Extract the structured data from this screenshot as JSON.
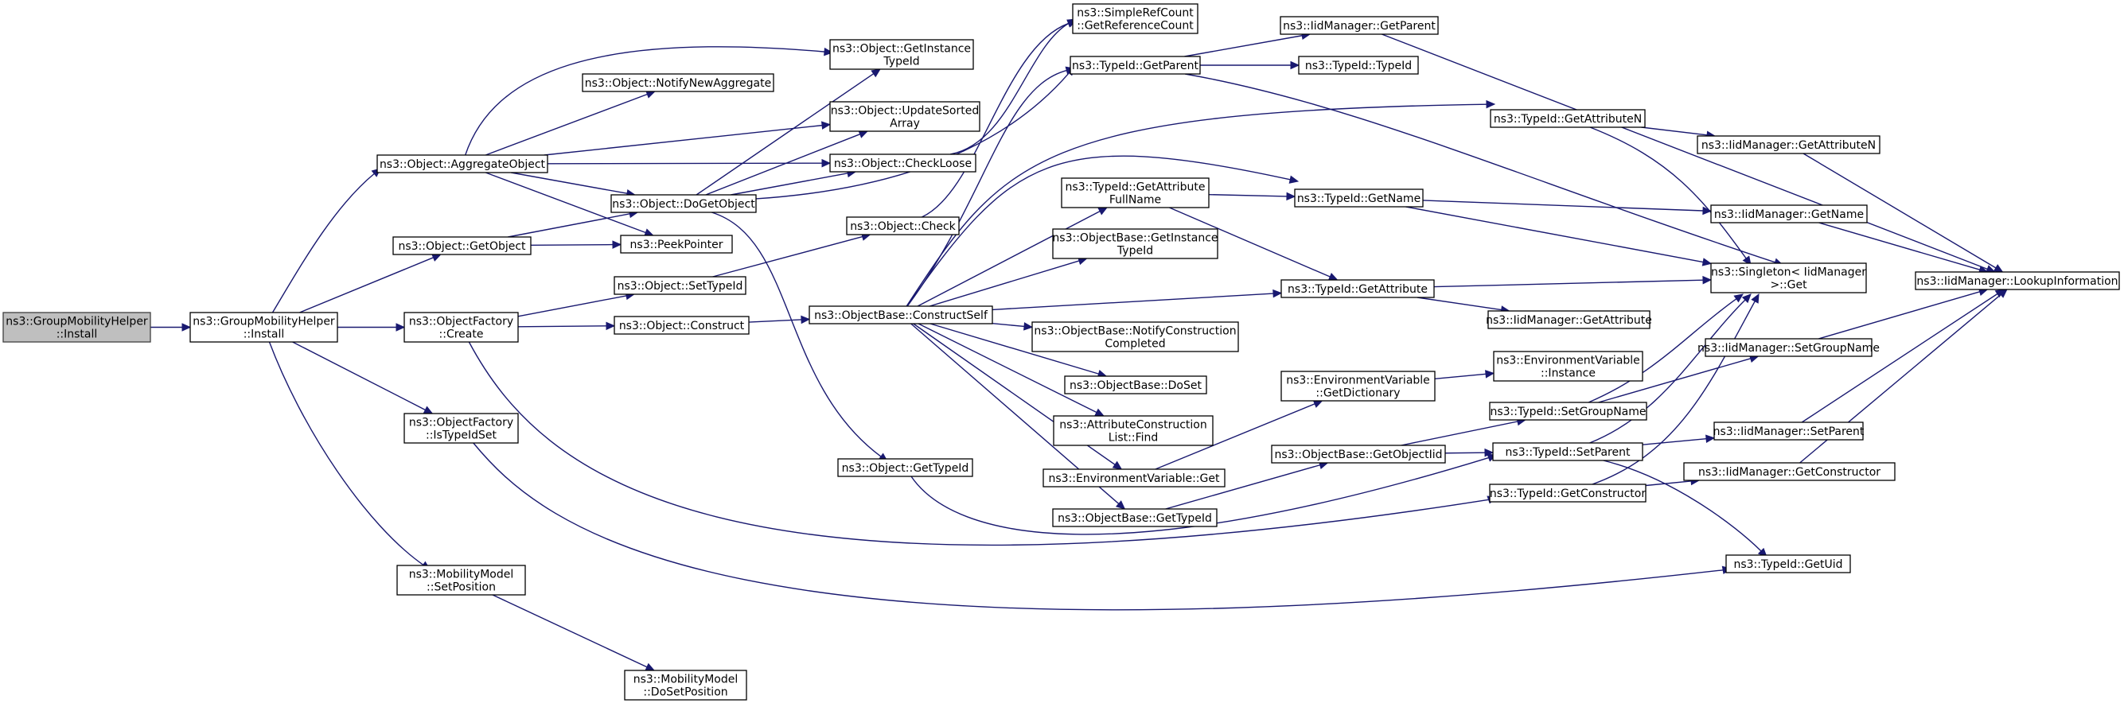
{
  "diagram": {
    "colors": {
      "edge": "#191970",
      "root_fill": "#bfbfbf",
      "node_fill": "#ffffff",
      "node_border": "#000000"
    },
    "nodes": [
      {
        "id": "gmh_install_root",
        "lines": [
          "ns3::GroupMobilityHelper",
          "::Install"
        ],
        "root": true
      },
      {
        "id": "gmh_install",
        "lines": [
          "ns3::GroupMobilityHelper",
          "::Install"
        ]
      },
      {
        "id": "aggregate",
        "lines": [
          "ns3::Object::AggregateObject"
        ]
      },
      {
        "id": "getobject",
        "lines": [
          "ns3::Object::GetObject"
        ]
      },
      {
        "id": "of_create",
        "lines": [
          "ns3::ObjectFactory",
          "::Create"
        ]
      },
      {
        "id": "of_istypeidset",
        "lines": [
          "ns3::ObjectFactory",
          "::IsTypeIdSet"
        ]
      },
      {
        "id": "mm_setpos",
        "lines": [
          "ns3::MobilityModel",
          "::SetPosition"
        ]
      },
      {
        "id": "notifynewagg",
        "lines": [
          "ns3::Object::NotifyNewAggregate"
        ]
      },
      {
        "id": "getinstancetypeid",
        "lines": [
          "ns3::Object::GetInstance",
          "TypeId"
        ]
      },
      {
        "id": "updatesorted",
        "lines": [
          "ns3::Object::UpdateSorted",
          "Array"
        ]
      },
      {
        "id": "checkloose",
        "lines": [
          "ns3::Object::CheckLoose"
        ]
      },
      {
        "id": "dogetobject",
        "lines": [
          "ns3::Object::DoGetObject"
        ]
      },
      {
        "id": "peekpointer",
        "lines": [
          "ns3::PeekPointer"
        ]
      },
      {
        "id": "settypeid",
        "lines": [
          "ns3::Object::SetTypeId"
        ]
      },
      {
        "id": "construct",
        "lines": [
          "ns3::Object::Construct"
        ]
      },
      {
        "id": "check",
        "lines": [
          "ns3::Object::Check"
        ]
      },
      {
        "id": "obj_gettypeid",
        "lines": [
          "ns3::Object::GetTypeId"
        ]
      },
      {
        "id": "mm_dosetpos",
        "lines": [
          "ns3::MobilityModel",
          "::DoSetPosition"
        ]
      },
      {
        "id": "constructself",
        "lines": [
          "ns3::ObjectBase::ConstructSelf"
        ]
      },
      {
        "id": "refcount",
        "lines": [
          "ns3::SimpleRefCount",
          "::GetReferenceCount"
        ]
      },
      {
        "id": "tid_getparent",
        "lines": [
          "ns3::TypeId::GetParent"
        ]
      },
      {
        "id": "tid_getattrfullname",
        "lines": [
          "ns3::TypeId::GetAttribute",
          "FullName"
        ]
      },
      {
        "id": "ob_getinstancetypeid",
        "lines": [
          "ns3::ObjectBase::GetInstance",
          "TypeId"
        ]
      },
      {
        "id": "ob_notifyconstr",
        "lines": [
          "ns3::ObjectBase::NotifyConstruction",
          "Completed"
        ]
      },
      {
        "id": "ob_doset",
        "lines": [
          "ns3::ObjectBase::DoSet"
        ]
      },
      {
        "id": "acl_find",
        "lines": [
          "ns3::AttributeConstruction",
          "List::Find"
        ]
      },
      {
        "id": "envvar_get",
        "lines": [
          "ns3::EnvironmentVariable::Get"
        ]
      },
      {
        "id": "ob_gettypeid",
        "lines": [
          "ns3::ObjectBase::GetTypeId"
        ]
      },
      {
        "id": "iid_getparent",
        "lines": [
          "ns3::IidManager::GetParent"
        ]
      },
      {
        "id": "tid_typeid",
        "lines": [
          "ns3::TypeId::TypeId"
        ]
      },
      {
        "id": "tid_getattrn",
        "lines": [
          "ns3::TypeId::GetAttributeN"
        ]
      },
      {
        "id": "tid_getname",
        "lines": [
          "ns3::TypeId::GetName"
        ]
      },
      {
        "id": "tid_getattr",
        "lines": [
          "ns3::TypeId::GetAttribute"
        ]
      },
      {
        "id": "envvar_getdict",
        "lines": [
          "ns3::EnvironmentVariable",
          "::GetDictionary"
        ]
      },
      {
        "id": "ob_getobjectiid",
        "lines": [
          "ns3::ObjectBase::GetObjectIid"
        ]
      },
      {
        "id": "envvar_instance",
        "lines": [
          "ns3::EnvironmentVariable",
          "::Instance"
        ]
      },
      {
        "id": "tid_setgroupname",
        "lines": [
          "ns3::TypeId::SetGroupName"
        ]
      },
      {
        "id": "tid_setparent",
        "lines": [
          "ns3::TypeId::SetParent"
        ]
      },
      {
        "id": "tid_getconstructor",
        "lines": [
          "ns3::TypeId::GetConstructor"
        ]
      },
      {
        "id": "iid_getattrn",
        "lines": [
          "ns3::IidManager::GetAttributeN"
        ]
      },
      {
        "id": "iid_getname",
        "lines": [
          "ns3::IidManager::GetName"
        ]
      },
      {
        "id": "singleton_get",
        "lines": [
          "ns3::Singleton< IidManager",
          " >::Get"
        ]
      },
      {
        "id": "iid_getattr",
        "lines": [
          "ns3::IidManager::GetAttribute"
        ]
      },
      {
        "id": "iid_setgroupname",
        "lines": [
          "ns3::IidManager::SetGroupName"
        ]
      },
      {
        "id": "iid_setparent",
        "lines": [
          "ns3::IidManager::SetParent"
        ]
      },
      {
        "id": "iid_getconstructor",
        "lines": [
          "ns3::IidManager::GetConstructor"
        ]
      },
      {
        "id": "tid_getuid",
        "lines": [
          "ns3::TypeId::GetUid"
        ]
      },
      {
        "id": "iid_lookup",
        "lines": [
          "ns3::IidManager::LookupInformation"
        ]
      }
    ],
    "edges": [
      [
        "gmh_install_root",
        "gmh_install"
      ],
      [
        "gmh_install",
        "aggregate"
      ],
      [
        "gmh_install",
        "getobject"
      ],
      [
        "gmh_install",
        "of_create"
      ],
      [
        "gmh_install",
        "of_istypeidset"
      ],
      [
        "gmh_install",
        "mm_setpos"
      ],
      [
        "aggregate",
        "getinstancetypeid"
      ],
      [
        "aggregate",
        "notifynewagg"
      ],
      [
        "aggregate",
        "updatesorted"
      ],
      [
        "aggregate",
        "checkloose"
      ],
      [
        "aggregate",
        "dogetobject"
      ],
      [
        "aggregate",
        "peekpointer"
      ],
      [
        "getobject",
        "dogetobject"
      ],
      [
        "getobject",
        "peekpointer"
      ],
      [
        "of_create",
        "settypeid"
      ],
      [
        "of_create",
        "construct"
      ],
      [
        "of_create",
        "tid_getconstructor"
      ],
      [
        "of_istypeidset",
        "tid_getuid"
      ],
      [
        "mm_setpos",
        "mm_dosetpos"
      ],
      [
        "dogetobject",
        "getinstancetypeid"
      ],
      [
        "dogetobject",
        "updatesorted"
      ],
      [
        "dogetobject",
        "checkloose"
      ],
      [
        "dogetobject",
        "tid_getparent"
      ],
      [
        "dogetobject",
        "obj_gettypeid"
      ],
      [
        "checkloose",
        "refcount"
      ],
      [
        "settypeid",
        "check"
      ],
      [
        "check",
        "refcount"
      ],
      [
        "construct",
        "constructself"
      ],
      [
        "obj_gettypeid",
        "tid_setparent"
      ],
      [
        "constructself",
        "tid_getattrn"
      ],
      [
        "constructself",
        "tid_getname"
      ],
      [
        "constructself",
        "tid_getparent"
      ],
      [
        "constructself",
        "tid_getattrfullname"
      ],
      [
        "constructself",
        "ob_getinstancetypeid"
      ],
      [
        "constructself",
        "ob_notifyconstr"
      ],
      [
        "constructself",
        "ob_doset"
      ],
      [
        "constructself",
        "acl_find"
      ],
      [
        "constructself",
        "envvar_get"
      ],
      [
        "constructself",
        "ob_gettypeid"
      ],
      [
        "constructself",
        "tid_getattr"
      ],
      [
        "tid_getparent",
        "iid_getparent"
      ],
      [
        "tid_getparent",
        "tid_typeid"
      ],
      [
        "tid_getparent",
        "singleton_get"
      ],
      [
        "tid_getattrfullname",
        "tid_getname"
      ],
      [
        "tid_getattrfullname",
        "tid_getattr"
      ],
      [
        "envvar_get",
        "envvar_getdict"
      ],
      [
        "ob_gettypeid",
        "ob_getobjectiid"
      ],
      [
        "tid_getattrn",
        "iid_getattrn"
      ],
      [
        "tid_getattrn",
        "singleton_get"
      ],
      [
        "tid_getname",
        "iid_getname"
      ],
      [
        "tid_getname",
        "singleton_get"
      ],
      [
        "tid_getattr",
        "singleton_get"
      ],
      [
        "tid_getattr",
        "iid_getattr"
      ],
      [
        "envvar_getdict",
        "envvar_instance"
      ],
      [
        "ob_getobjectiid",
        "tid_setgroupname"
      ],
      [
        "ob_getobjectiid",
        "tid_setparent"
      ],
      [
        "tid_setgroupname",
        "singleton_get"
      ],
      [
        "tid_setgroupname",
        "iid_setgroupname"
      ],
      [
        "tid_setparent",
        "singleton_get"
      ],
      [
        "tid_setparent",
        "iid_setparent"
      ],
      [
        "tid_setparent",
        "tid_getuid"
      ],
      [
        "tid_getconstructor",
        "singleton_get"
      ],
      [
        "tid_getconstructor",
        "iid_getconstructor"
      ],
      [
        "iid_getparent",
        "iid_lookup"
      ],
      [
        "iid_getattrn",
        "iid_lookup"
      ],
      [
        "iid_getname",
        "iid_lookup"
      ],
      [
        "iid_setgroupname",
        "iid_lookup"
      ],
      [
        "iid_setparent",
        "iid_lookup"
      ],
      [
        "iid_getconstructor",
        "iid_lookup"
      ]
    ]
  }
}
